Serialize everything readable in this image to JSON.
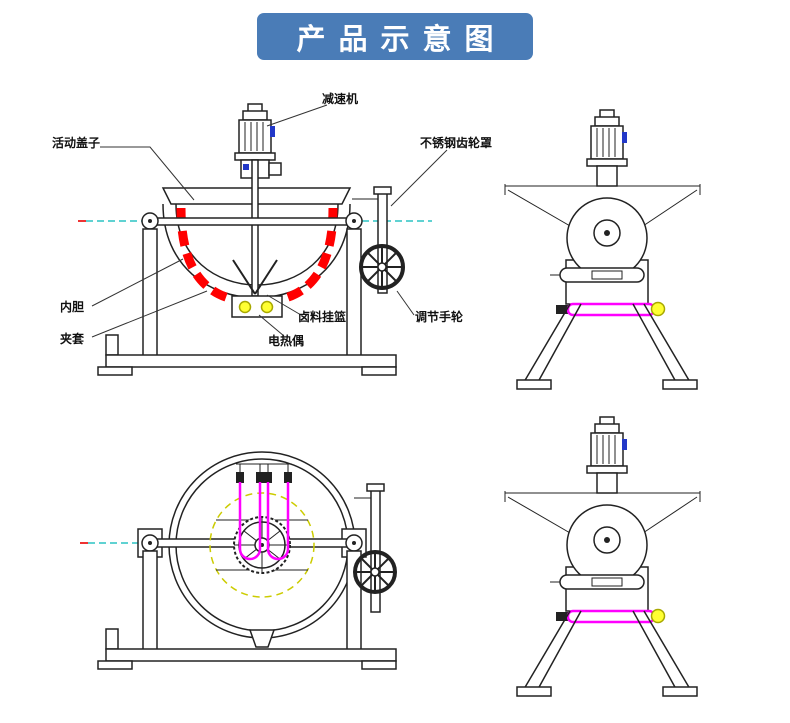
{
  "title": "产品示意图",
  "banner": {
    "background": "#4a7cb7",
    "text_color": "#ffffff"
  },
  "labels": {
    "reducer": "减速机",
    "movable_lid": "活动盖子",
    "stainless_gear_cover": "不锈钢齿轮罩",
    "inner_liner": "内胆",
    "jacket": "夹套",
    "brine_basket": "卤料挂篮",
    "thermocouple": "电热偶",
    "adjust_handwheel": "调节手轮"
  },
  "colors": {
    "outline": "#222222",
    "scraper_red": "#ff0000",
    "heater_magenta": "#ff00ff",
    "indicator_yellow": "#ffff33",
    "axis_cyan": "#00b7b7",
    "motor_blue": "#2238c8"
  }
}
